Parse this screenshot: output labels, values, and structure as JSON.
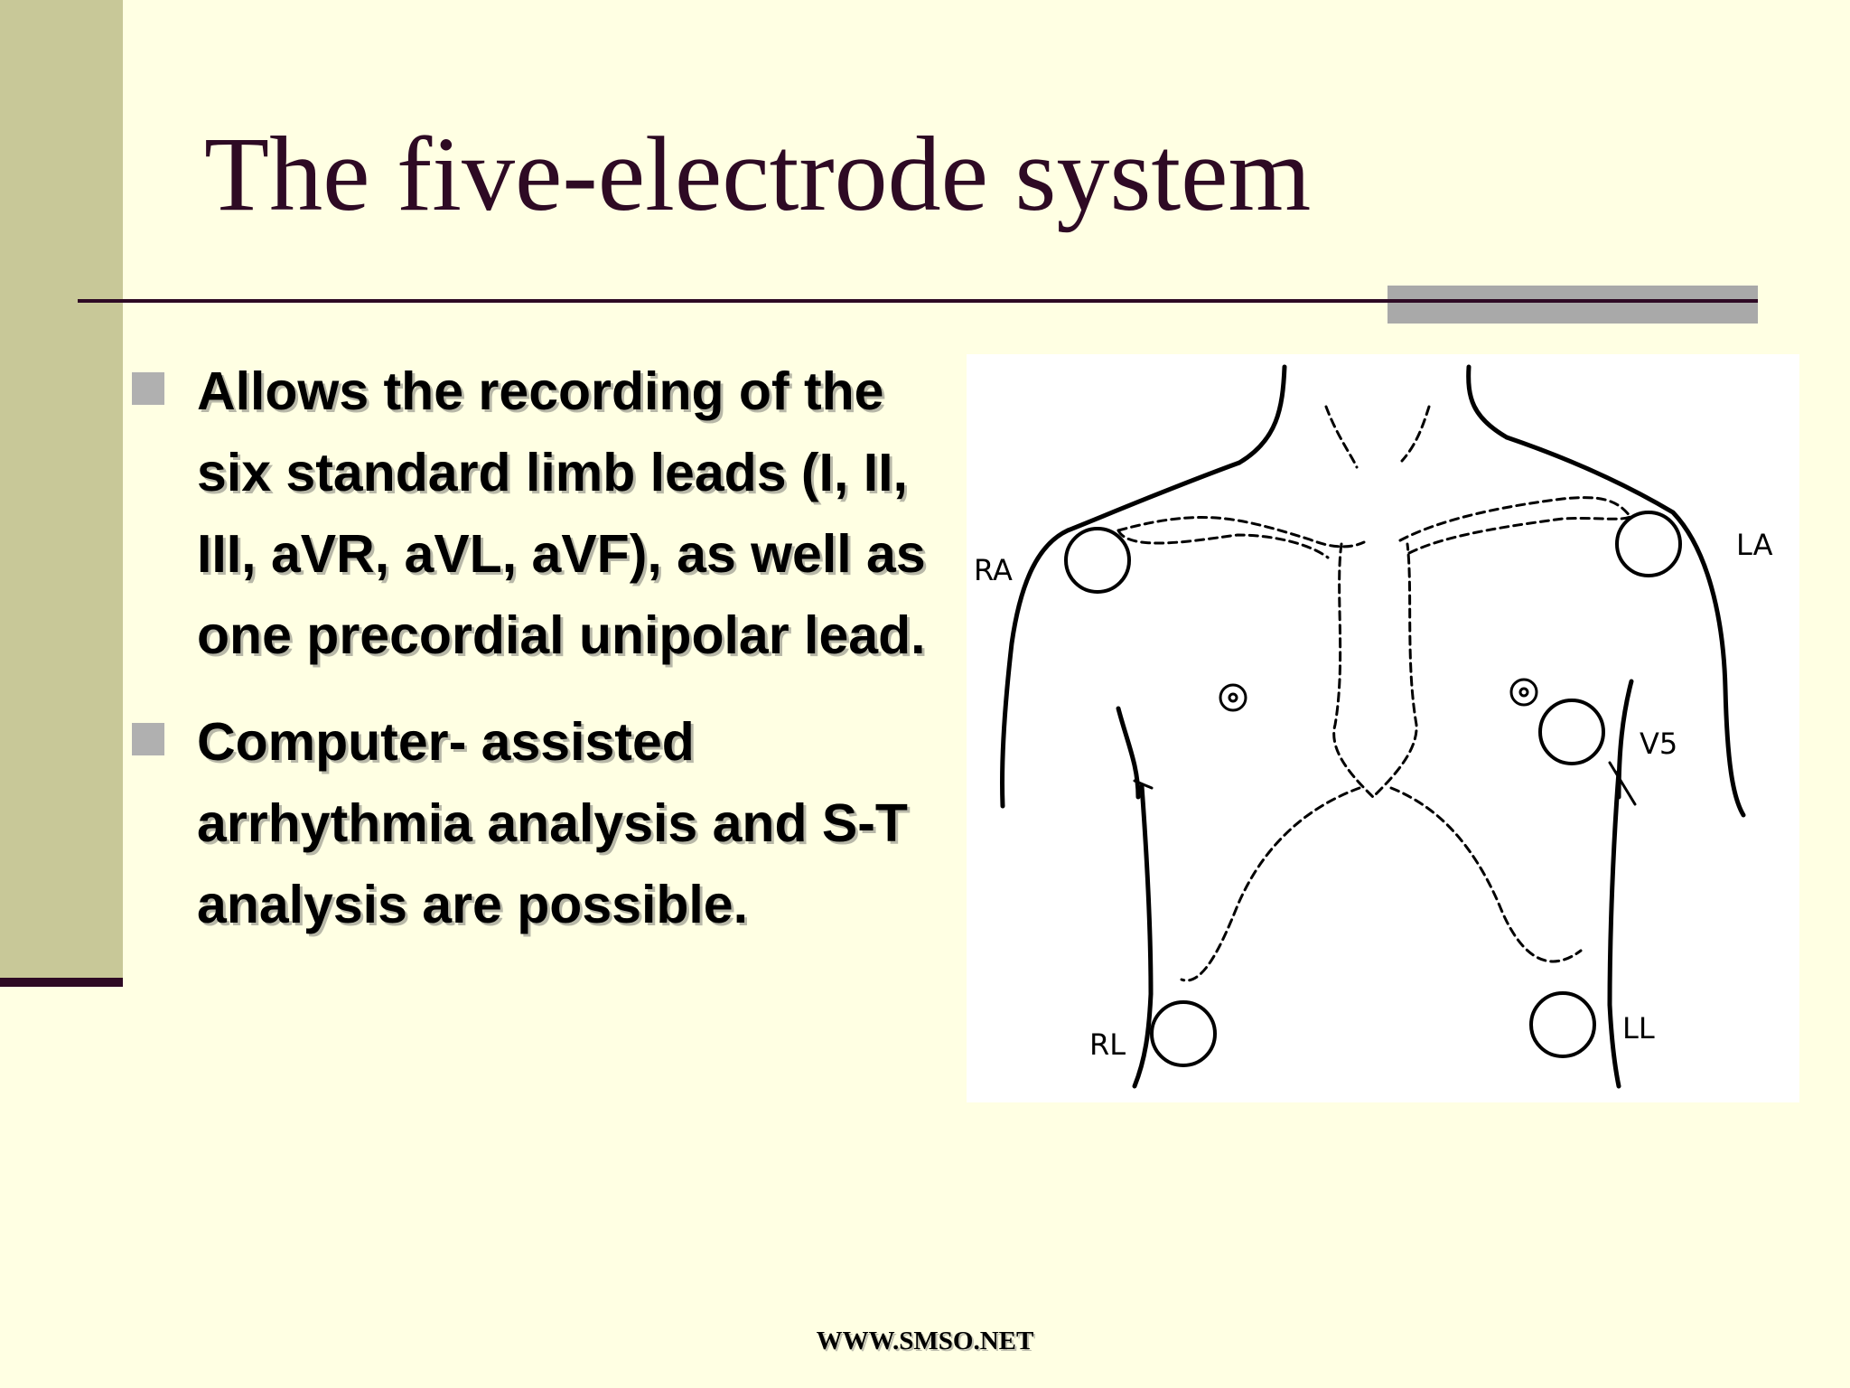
{
  "slide": {
    "title": "The five-electrode system",
    "bullets": [
      "Allows the recording of the six standard limb leads (I, II, III, aVR, aVL, aVF), as well as one precordial unipolar lead.",
      "Computer- assisted arrhythmia analysis and S-T analysis are possible."
    ],
    "footer": "WWW.SMSO.NET"
  },
  "diagram": {
    "labels": {
      "ra": "RA",
      "la": "LA",
      "v5": "V5",
      "rl": "RL",
      "ll": "LL"
    }
  },
  "colors": {
    "background": "#FFFFE3",
    "side_bar": "#C8C898",
    "title": "#2E0A24",
    "rule": "#2E0A24",
    "rule_shadow": "#A9A9A9",
    "bullet_marker": "#B0B0B0"
  }
}
